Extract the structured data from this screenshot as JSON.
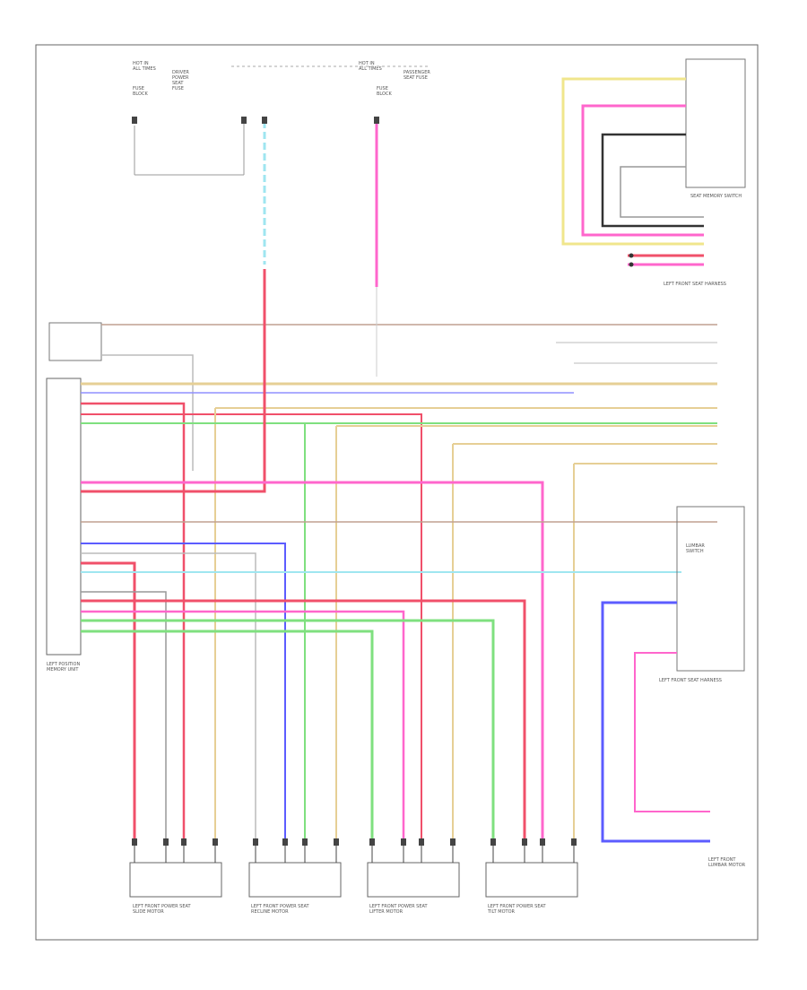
{
  "diagram": {
    "footer_code": "",
    "top_labels": {
      "hot_at_left": "HOT IN\nALL TIMES",
      "hot_at_right": "HOT IN\nALL TIMES",
      "fuse_left": "FUSE\nBLOCK",
      "fuse_note_left": "DRIVER\nPOWER\nSEAT\nFUSE",
      "fuse_right": "FUSE\nBLOCK",
      "fuse_note_right": "PASSENGER\nSEAT FUSE"
    },
    "components": {
      "seat_memory_switch": "SEAT MEMORY SWITCH",
      "left_front_seat_harness_conn": "LEFT FRONT SEAT HARNESS",
      "left_seat_control_unit": "LEFT POSITION\nMEMORY UNIT",
      "lumbar_switch": "LUMBAR\nSWITCH",
      "left_front_seat_right": "LEFT FRONT SEAT HARNESS",
      "motor_a": "LEFT FRONT POWER SEAT\nSLIDE MOTOR",
      "motor_b": "LEFT FRONT POWER SEAT\nRECLINE MOTOR",
      "motor_c": "LEFT FRONT POWER SEAT\nLIFTER MOTOR",
      "motor_d": "LEFT FRONT POWER SEAT\nTILT MOTOR",
      "lumbar_motor": "LEFT FRONT\nLUMBAR MOTOR"
    },
    "colors": {
      "red": "#f0506a",
      "pink": "#ff66cc",
      "yellow": "#f0e68c",
      "tan": "#e6cf95",
      "green": "#7fe07f",
      "blue": "#5c5cff",
      "gray": "#9a9a9a",
      "cyan": "#9fe6f0",
      "black": "#333333",
      "violet": "#9090ff"
    }
  }
}
